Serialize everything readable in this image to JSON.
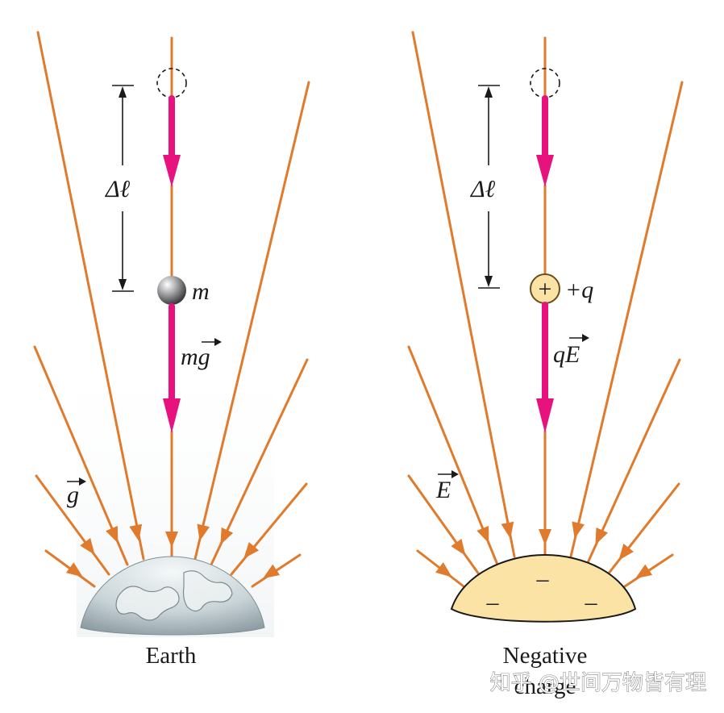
{
  "colors": {
    "field_line": "#e07a2c",
    "force_arrow": "#e8127f",
    "earth_fill": "#d7e1e4",
    "charge_fill": "#fbe3a6",
    "charge_stroke": "#6b4e1a",
    "dimension_line": "#1a1a1a"
  },
  "left_panel": {
    "displacement_label": "Δℓ",
    "mass_label": "m",
    "force_label": "mg",
    "field_label": "g",
    "body_label": "Earth"
  },
  "right_panel": {
    "displacement_label": "Δℓ",
    "charge_symbol": "+",
    "charge_label": "+q",
    "force_label": "qE",
    "field_label": "E",
    "surface_charges": [
      "–",
      "–",
      "–"
    ],
    "body_label_line1": "Negative",
    "body_label_line2": "charge"
  },
  "watermark": "知乎 @世间万物皆有理",
  "icons": {
    "mass": "sphere-icon",
    "charge": "plus-circle-icon",
    "vector_arrow": "arrow-over-symbol"
  }
}
